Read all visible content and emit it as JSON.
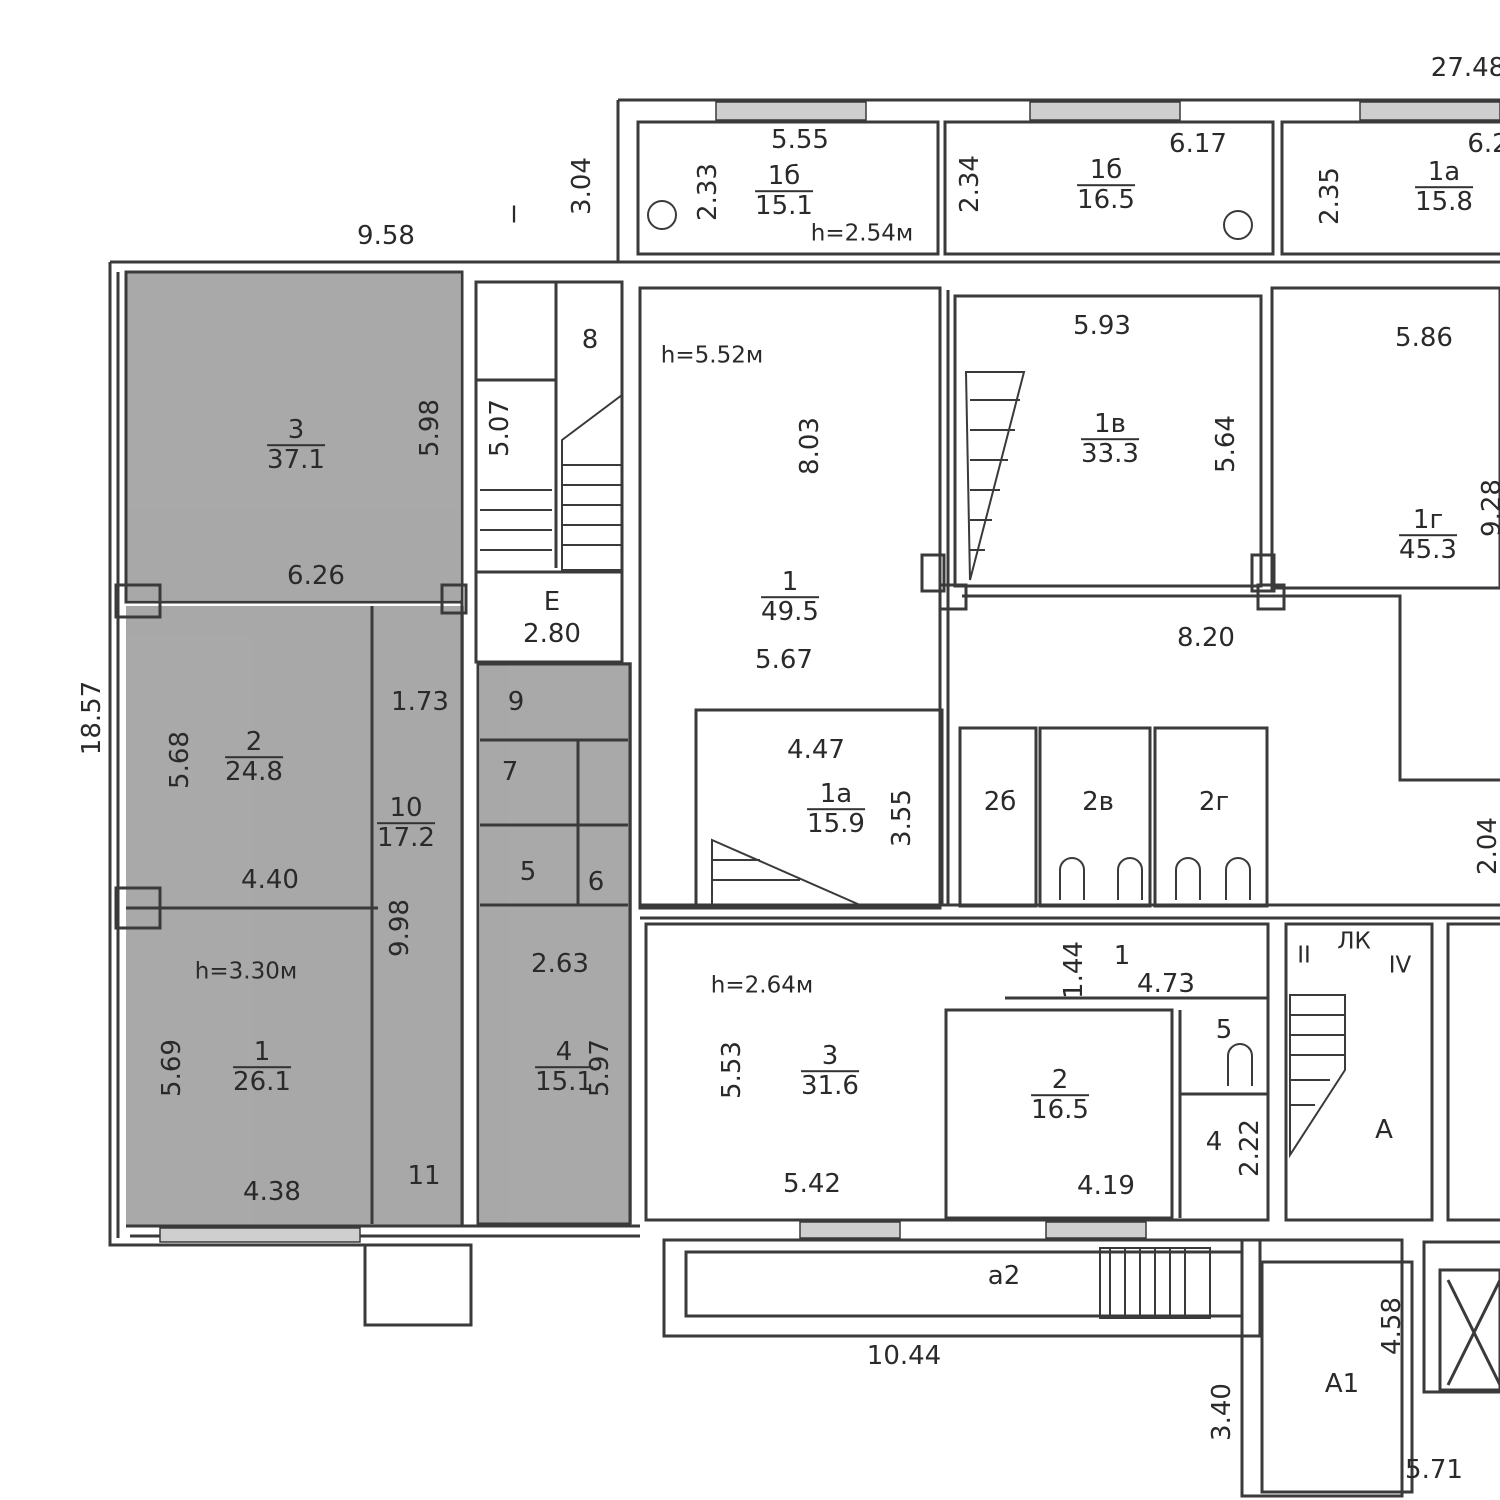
{
  "colors": {
    "wall": "#3a3a3a",
    "highlight": "#9a9a9a",
    "paper": "#ffffff"
  },
  "dims": {
    "top_total": "27.48",
    "left_total": "18.57",
    "d958": "9.58",
    "d304": "3.04",
    "d555": "5.55",
    "d617": "6.17",
    "d62": "6.2",
    "d233": "2.33",
    "d234": "2.34",
    "d235": "2.35",
    "h254": "h=2.54м",
    "h552": "h=5.52м",
    "d593": "5.93",
    "d586": "5.86",
    "d803": "8.03",
    "d564": "5.64",
    "d928": "9.28",
    "d507": "5.07",
    "d598": "5.98",
    "d626": "6.26",
    "d280": "2.80",
    "d820": "8.20",
    "d567": "5.67",
    "d173": "1.73",
    "d568": "5.68",
    "d447": "4.47",
    "d355": "3.55",
    "d204": "2.04",
    "d440": "4.40",
    "d998": "9.98",
    "h330": "h=3.30м",
    "d263": "2.63",
    "h264": "h=2.64м",
    "d144": "1.44",
    "d473": "4.73",
    "d569": "5.69",
    "d597": "5.97",
    "d553": "5.53",
    "d222": "2.22",
    "d438": "4.38",
    "d542": "5.42",
    "d419": "4.19",
    "d1044": "10.44",
    "d340": "3.40",
    "d458": "4.58",
    "d571": "5.71"
  },
  "rooms": {
    "r1b_top": {
      "id": "1б",
      "area": "15.1"
    },
    "r1v_top": {
      "id": "1б",
      "area": "16.5"
    },
    "r1a_top": {
      "id": "1а",
      "area": "15.8"
    },
    "r3": {
      "id": "3",
      "area": "37.1"
    },
    "r1_big": {
      "id": "1",
      "area": "49.5"
    },
    "r1v": {
      "id": "1в",
      "area": "33.3"
    },
    "r1g": {
      "id": "1г",
      "area": "45.3"
    },
    "r2": {
      "id": "2",
      "area": "24.8"
    },
    "r10": {
      "id": "10",
      "area": "17.2"
    },
    "r1a_mid": {
      "id": "1а",
      "area": "15.9"
    },
    "r1_left": {
      "id": "1",
      "area": "26.1"
    },
    "r4_left": {
      "id": "4",
      "area": "15.1"
    },
    "r3_low": {
      "id": "3",
      "area": "31.6"
    },
    "r2_low": {
      "id": "2",
      "area": "16.5"
    }
  },
  "labels": {
    "e": "Е",
    "l8": "8",
    "l9": "9",
    "l7": "7",
    "l5": "5",
    "l6": "6",
    "l11": "11",
    "l2b": "2б",
    "l2v": "2в",
    "l2g": "2г",
    "l1": "1",
    "l5b": "5",
    "l4b": "4",
    "a2": "а2",
    "a": "А",
    "a1": "А1",
    "iv": "IV",
    "lk": "ЛК",
    "ii": "II",
    "i_stair": "I"
  }
}
